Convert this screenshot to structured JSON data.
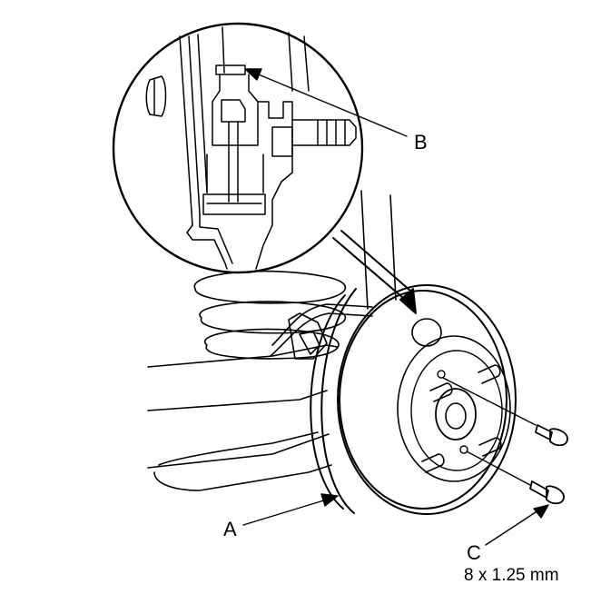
{
  "callouts": {
    "a": "A",
    "b": "B",
    "c": "C"
  },
  "spec": "8 x 1.25 mm"
}
